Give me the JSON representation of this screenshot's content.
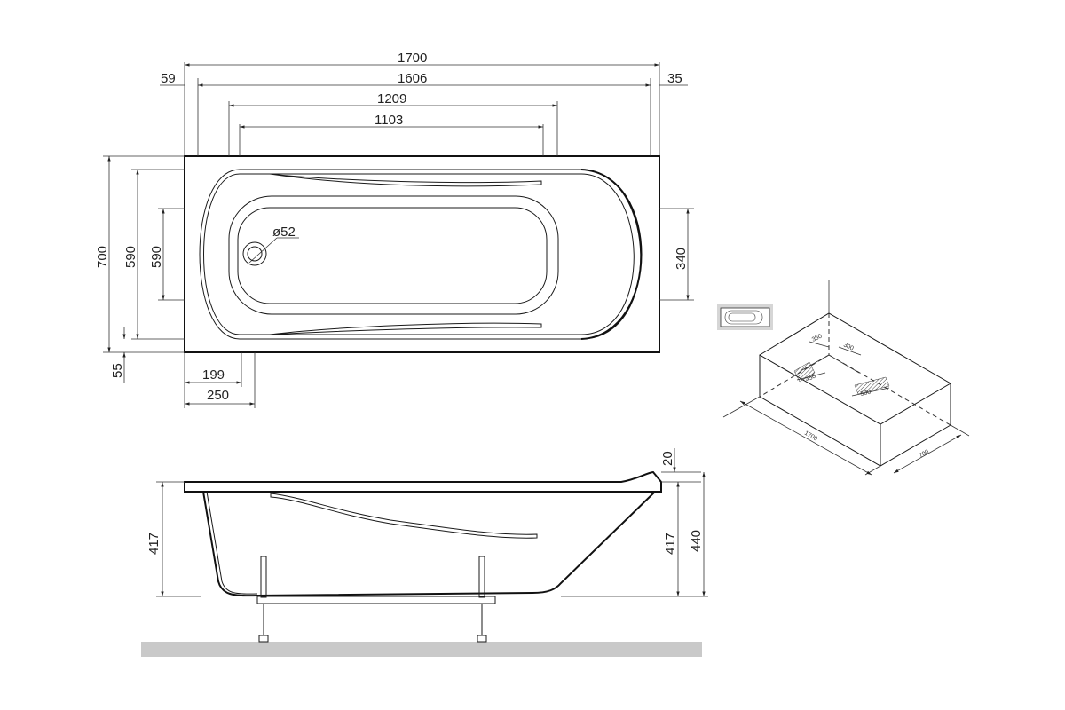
{
  "top_view": {
    "overall_length": "1700",
    "inner_length": "1606",
    "left_offset": "59",
    "right_offset": "35",
    "basin_length_outer": "1209",
    "basin_length_inner": "1103",
    "overall_width": "700",
    "inner_width": "590",
    "basin_width": "590",
    "bottom_offset": "55",
    "drain_diameter": "ø52",
    "drain_offset_inner": "199",
    "drain_offset_outer": "250",
    "head_width": "340"
  },
  "side_view": {
    "rim_height": "20",
    "tub_depth_left": "417",
    "tub_depth_right": "417",
    "total_height": "440"
  },
  "iso_view": {
    "dim_350": "350",
    "dim_300": "300",
    "dim_450": "450",
    "dim_500": "500",
    "length": "1700",
    "width": "700"
  }
}
